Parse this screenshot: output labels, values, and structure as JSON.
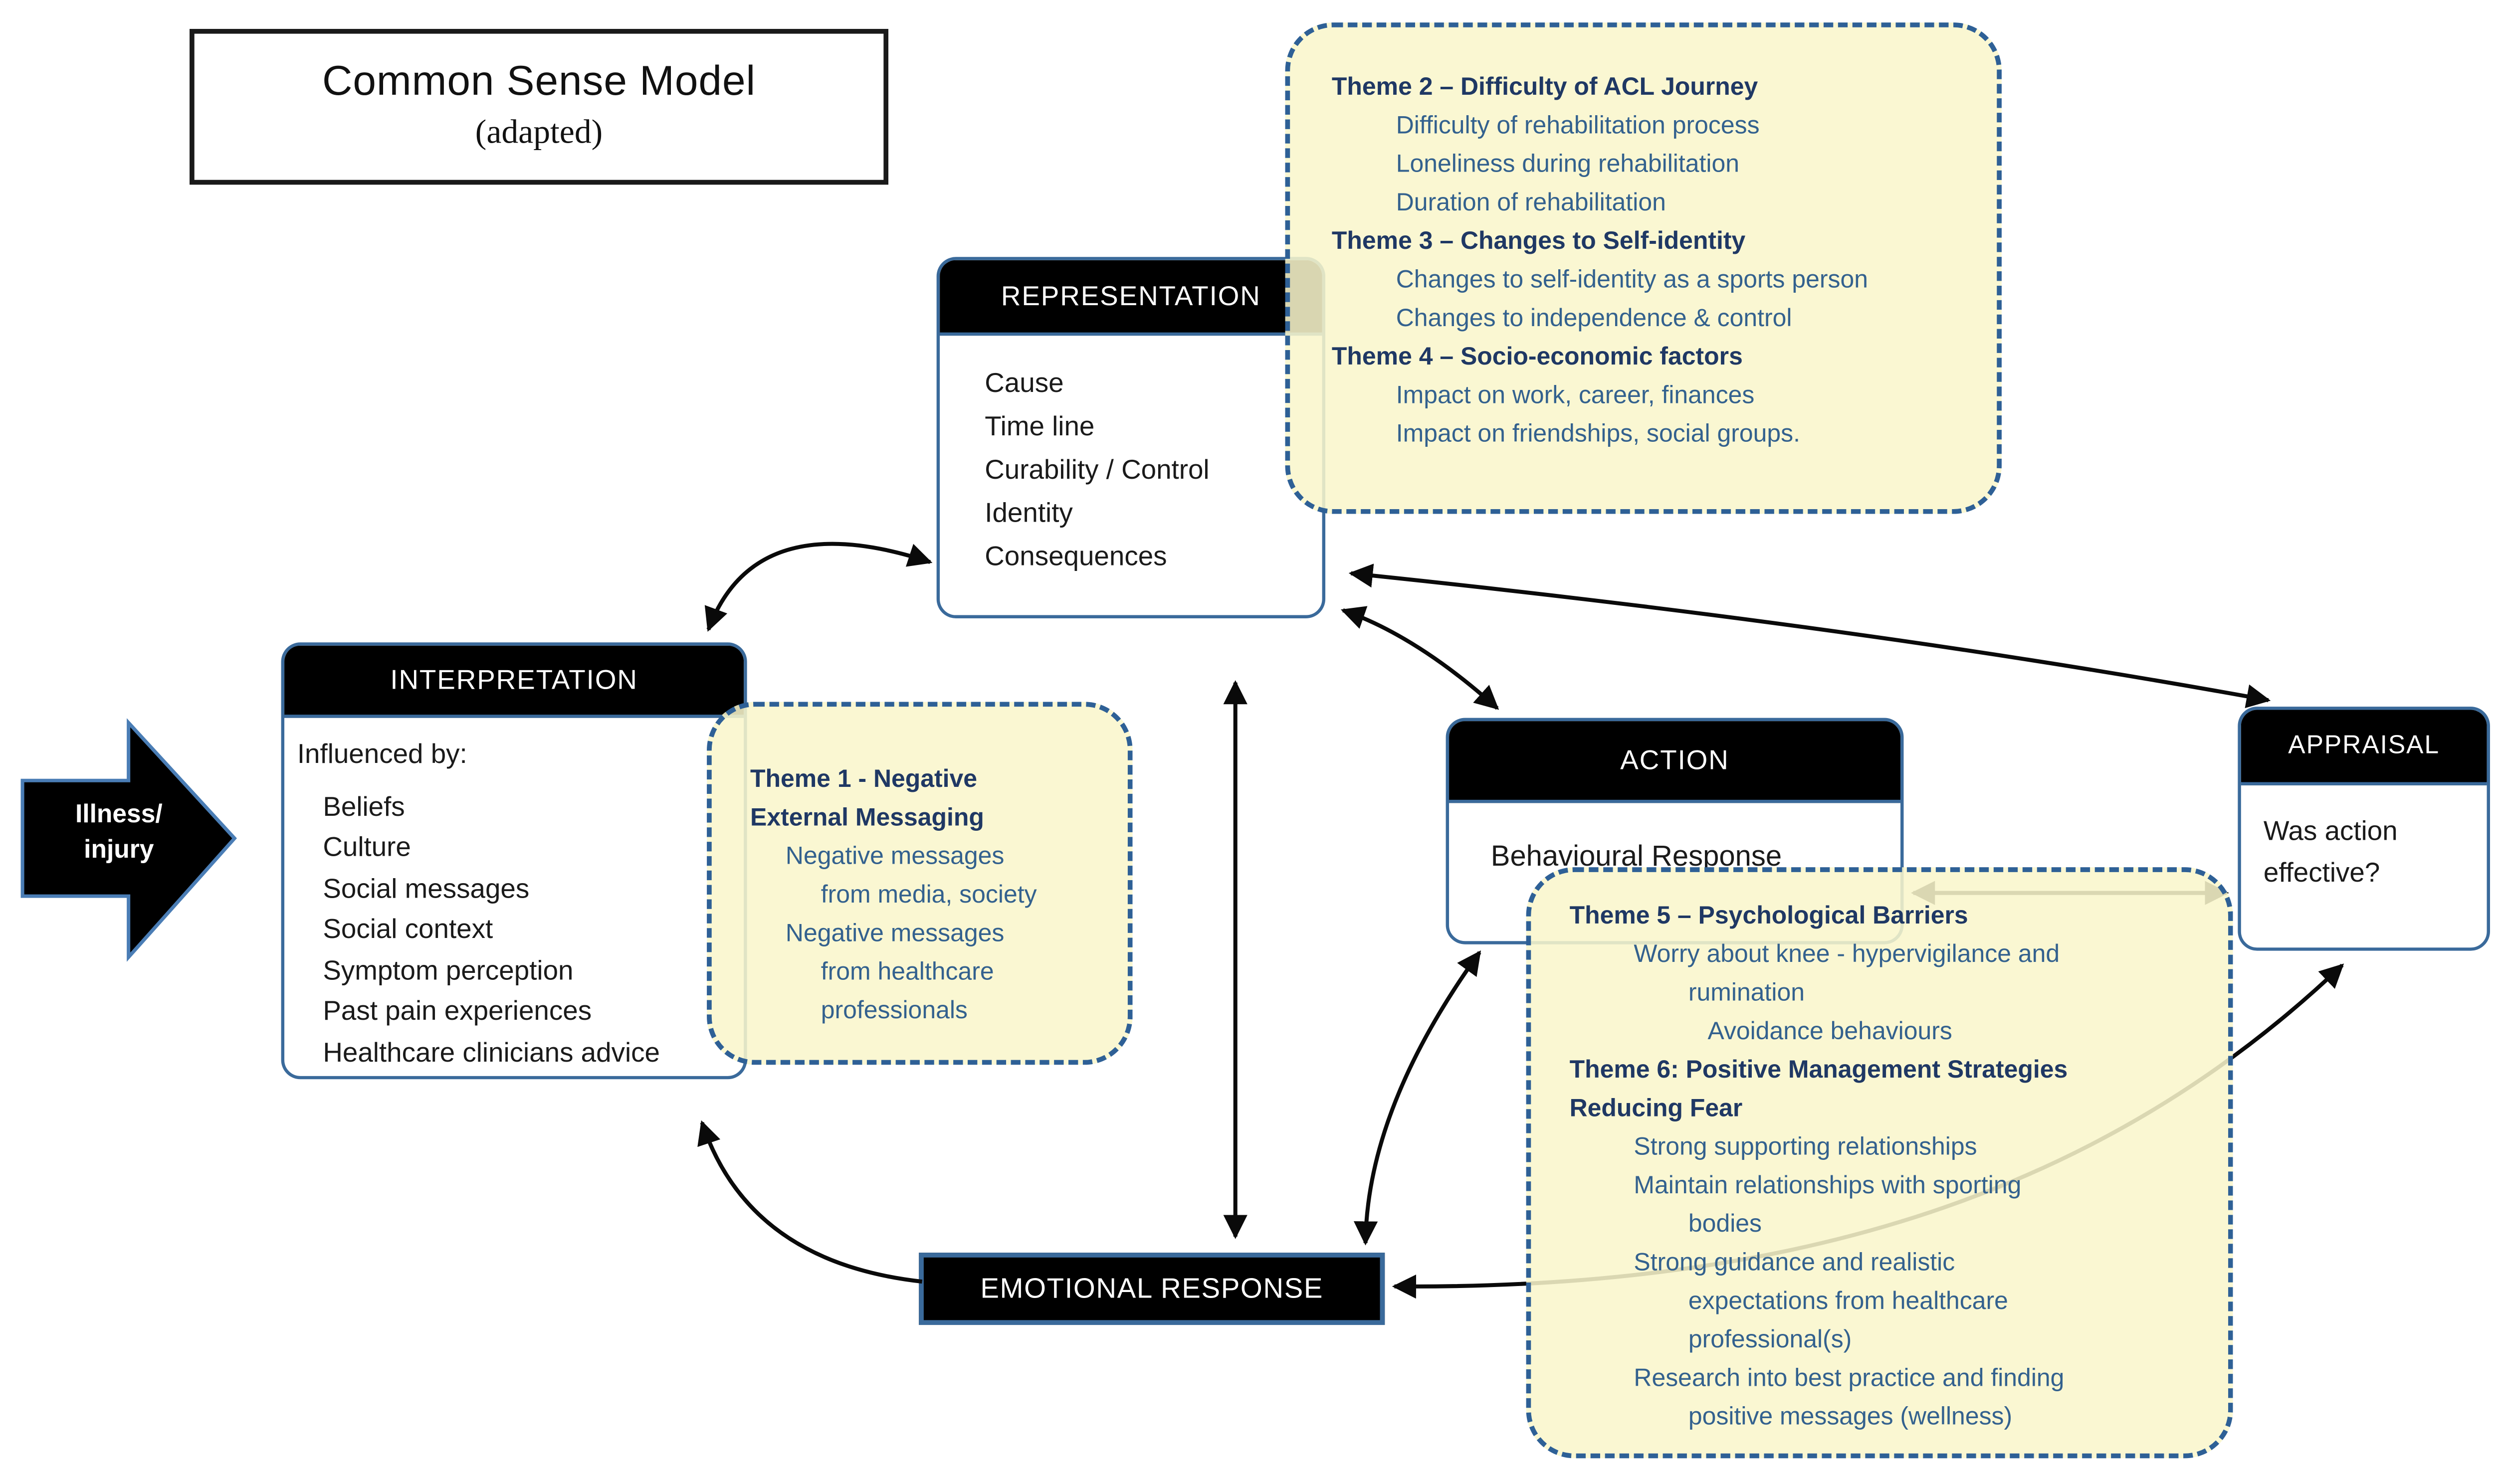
{
  "title": {
    "line1": "Common Sense Model",
    "line2": "(adapted)"
  },
  "illness_arrow": {
    "line1": "Illness/",
    "line2": "injury"
  },
  "representation": {
    "header": "REPRESENTATION",
    "items": [
      "Cause",
      "Time line",
      "Curability / Control",
      "Identity",
      "Consequences"
    ]
  },
  "interpretation": {
    "header": "INTERPRETATION",
    "intro": "Influenced by:",
    "items": [
      "Beliefs",
      "Culture",
      "Social messages",
      "Social context",
      "Symptom perception",
      "Past pain experiences",
      "Healthcare clinicians advice"
    ]
  },
  "action": {
    "header": "ACTION",
    "body": "Behavioural Response"
  },
  "appraisal": {
    "header": "APPRAISAL",
    "body_line1": "Was action",
    "body_line2": "effective?"
  },
  "emotional_response": {
    "label": "EMOTIONAL RESPONSE"
  },
  "theme_boxes": {
    "acl_journey": {
      "lines": [
        {
          "t": "Theme 2 – Difficulty of ACL Journey",
          "c": "h"
        },
        {
          "t": "Difficulty of rehabilitation process",
          "c": "i1"
        },
        {
          "t": "Loneliness during rehabilitation",
          "c": "i1"
        },
        {
          "t": "Duration of rehabilitation",
          "c": "i1"
        },
        {
          "t": "Theme 3 – Changes to Self-identity",
          "c": "h"
        },
        {
          "t": "Changes to self-identity as a sports person",
          "c": "i1"
        },
        {
          "t": "Changes to independence & control",
          "c": "i1"
        },
        {
          "t": "Theme 4 – Socio-economic factors",
          "c": "h"
        },
        {
          "t": "Impact on work, career, finances",
          "c": "i1"
        },
        {
          "t": "Impact on friendships, social groups.",
          "c": "i1"
        }
      ]
    },
    "negative_messaging": {
      "lines": [
        {
          "t": "Theme 1 - Negative",
          "c": "h"
        },
        {
          "t": "External Messaging",
          "c": "h"
        },
        {
          "t": "Negative messages",
          "c": "i1"
        },
        {
          "t": "from media, society",
          "c": "i2"
        },
        {
          "t": "Negative messages",
          "c": "i1"
        },
        {
          "t": "from healthcare",
          "c": "i2"
        },
        {
          "t": "professionals",
          "c": "i2"
        }
      ]
    },
    "psych_barriers": {
      "lines": [
        {
          "t": "Theme 5 – Psychological Barriers",
          "c": "h"
        },
        {
          "t": "Worry about knee - hypervigilance and",
          "c": "i1"
        },
        {
          "t": "rumination",
          "c": "i2"
        },
        {
          "t": "Avoidance behaviours",
          "c": "i2b"
        },
        {
          "t": "Theme 6: Positive Management Strategies",
          "c": "h"
        },
        {
          "t": "Reducing Fear",
          "c": "h"
        },
        {
          "t": "Strong supporting relationships",
          "c": "i1"
        },
        {
          "t": "Maintain relationships with sporting",
          "c": "i1"
        },
        {
          "t": "bodies",
          "c": "i2"
        },
        {
          "t": "Strong guidance and realistic",
          "c": "i1"
        },
        {
          "t": "expectations from healthcare",
          "c": "i2"
        },
        {
          "t": "professional(s)",
          "c": "i2"
        },
        {
          "t": "Research into best practice and finding",
          "c": "i1"
        },
        {
          "t": "positive messages (wellness)",
          "c": "i2"
        }
      ]
    }
  },
  "colors": {
    "panel_border": "#3A6A9B",
    "theme_border": "#2E6096",
    "theme_fill": "#F9F6CB",
    "theme_heading": "#1F3864",
    "theme_text": "#33618E",
    "header_bg": "#000000",
    "header_text": "#FFFFFF"
  }
}
